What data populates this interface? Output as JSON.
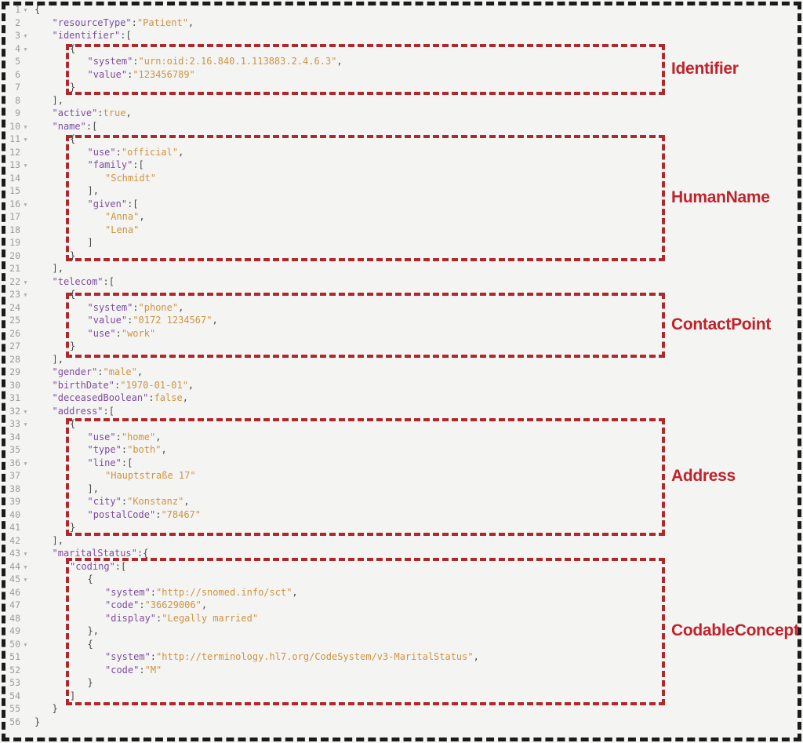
{
  "colors": {
    "bg": "#f4f4f3",
    "frame": "#1b1b1b",
    "key": "#7e4da0",
    "str": "#ce9440",
    "lit": "#ce9440",
    "punct": "#4a4a4a",
    "num": "#9c9c9c",
    "fold": "#b0aeae",
    "box": "#ae282c",
    "label": "#c0232b"
  },
  "annotations": [
    {
      "label": "Identifier"
    },
    {
      "label": "HumanName"
    },
    {
      "label": "ContactPoint"
    },
    {
      "label": "Address"
    },
    {
      "label": "CodableConcept"
    }
  ],
  "code": {
    "fold_icon": "▼",
    "lines": [
      {
        "n": 1,
        "fold": true,
        "ind": 0,
        "tok": [
          [
            "p",
            "{"
          ]
        ]
      },
      {
        "n": 2,
        "fold": false,
        "ind": 1,
        "tok": [
          [
            "k",
            "\"resourceType\""
          ],
          [
            "p",
            ":"
          ],
          [
            "s",
            "\"Patient\""
          ],
          [
            "p",
            ","
          ]
        ]
      },
      {
        "n": 3,
        "fold": true,
        "ind": 1,
        "tok": [
          [
            "k",
            "\"identifier\""
          ],
          [
            "p",
            ":["
          ]
        ]
      },
      {
        "n": 4,
        "fold": true,
        "ind": 2,
        "tok": [
          [
            "p",
            "{"
          ]
        ]
      },
      {
        "n": 5,
        "fold": false,
        "ind": 3,
        "tok": [
          [
            "k",
            "\"system\""
          ],
          [
            "p",
            ":"
          ],
          [
            "s",
            "\"urn:oid:2.16.840.1.113883.2.4.6.3\""
          ],
          [
            "p",
            ","
          ]
        ]
      },
      {
        "n": 6,
        "fold": false,
        "ind": 3,
        "tok": [
          [
            "k",
            "\"value\""
          ],
          [
            "p",
            ":"
          ],
          [
            "s",
            "\"123456789\""
          ]
        ]
      },
      {
        "n": 7,
        "fold": false,
        "ind": 2,
        "tok": [
          [
            "p",
            "}"
          ]
        ]
      },
      {
        "n": 8,
        "fold": false,
        "ind": 1,
        "tok": [
          [
            "p",
            "],"
          ]
        ]
      },
      {
        "n": 9,
        "fold": false,
        "ind": 1,
        "tok": [
          [
            "k",
            "\"active\""
          ],
          [
            "p",
            ":"
          ],
          [
            "b",
            "true"
          ],
          [
            "p",
            ","
          ]
        ]
      },
      {
        "n": 10,
        "fold": true,
        "ind": 1,
        "tok": [
          [
            "k",
            "\"name\""
          ],
          [
            "p",
            ":["
          ]
        ]
      },
      {
        "n": 11,
        "fold": true,
        "ind": 2,
        "tok": [
          [
            "p",
            "{"
          ]
        ]
      },
      {
        "n": 12,
        "fold": false,
        "ind": 3,
        "tok": [
          [
            "k",
            "\"use\""
          ],
          [
            "p",
            ":"
          ],
          [
            "s",
            "\"official\""
          ],
          [
            "p",
            ","
          ]
        ]
      },
      {
        "n": 13,
        "fold": true,
        "ind": 3,
        "tok": [
          [
            "k",
            "\"family\""
          ],
          [
            "p",
            ":["
          ]
        ]
      },
      {
        "n": 14,
        "fold": false,
        "ind": 4,
        "tok": [
          [
            "s",
            "\"Schmidt\""
          ]
        ]
      },
      {
        "n": 15,
        "fold": false,
        "ind": 3,
        "tok": [
          [
            "p",
            "],"
          ]
        ]
      },
      {
        "n": 16,
        "fold": true,
        "ind": 3,
        "tok": [
          [
            "k",
            "\"given\""
          ],
          [
            "p",
            ":["
          ]
        ]
      },
      {
        "n": 17,
        "fold": false,
        "ind": 4,
        "tok": [
          [
            "s",
            "\"Anna\""
          ],
          [
            "p",
            ","
          ]
        ]
      },
      {
        "n": 18,
        "fold": false,
        "ind": 4,
        "tok": [
          [
            "s",
            "\"Lena\""
          ]
        ]
      },
      {
        "n": 19,
        "fold": false,
        "ind": 3,
        "tok": [
          [
            "p",
            "]"
          ]
        ]
      },
      {
        "n": 20,
        "fold": false,
        "ind": 2,
        "tok": [
          [
            "p",
            "}"
          ]
        ]
      },
      {
        "n": 21,
        "fold": false,
        "ind": 1,
        "tok": [
          [
            "p",
            "],"
          ]
        ]
      },
      {
        "n": 22,
        "fold": true,
        "ind": 1,
        "tok": [
          [
            "k",
            "\"telecom\""
          ],
          [
            "p",
            ":["
          ]
        ]
      },
      {
        "n": 23,
        "fold": true,
        "ind": 2,
        "tok": [
          [
            "p",
            "{"
          ]
        ]
      },
      {
        "n": 24,
        "fold": false,
        "ind": 3,
        "tok": [
          [
            "k",
            "\"system\""
          ],
          [
            "p",
            ":"
          ],
          [
            "s",
            "\"phone\""
          ],
          [
            "p",
            ","
          ]
        ]
      },
      {
        "n": 25,
        "fold": false,
        "ind": 3,
        "tok": [
          [
            "k",
            "\"value\""
          ],
          [
            "p",
            ":"
          ],
          [
            "s",
            "\"0172 1234567\""
          ],
          [
            "p",
            ","
          ]
        ]
      },
      {
        "n": 26,
        "fold": false,
        "ind": 3,
        "tok": [
          [
            "k",
            "\"use\""
          ],
          [
            "p",
            ":"
          ],
          [
            "s",
            "\"work\""
          ]
        ]
      },
      {
        "n": 27,
        "fold": false,
        "ind": 2,
        "tok": [
          [
            "p",
            "}"
          ]
        ]
      },
      {
        "n": 28,
        "fold": false,
        "ind": 1,
        "tok": [
          [
            "p",
            "],"
          ]
        ]
      },
      {
        "n": 29,
        "fold": false,
        "ind": 1,
        "tok": [
          [
            "k",
            "\"gender\""
          ],
          [
            "p",
            ":"
          ],
          [
            "s",
            "\"male\""
          ],
          [
            "p",
            ","
          ]
        ]
      },
      {
        "n": 30,
        "fold": false,
        "ind": 1,
        "tok": [
          [
            "k",
            "\"birthDate\""
          ],
          [
            "p",
            ":"
          ],
          [
            "s",
            "\"1970-01-01\""
          ],
          [
            "p",
            ","
          ]
        ]
      },
      {
        "n": 31,
        "fold": false,
        "ind": 1,
        "tok": [
          [
            "k",
            "\"deceasedBoolean\""
          ],
          [
            "p",
            ":"
          ],
          [
            "b",
            "false"
          ],
          [
            "p",
            ","
          ]
        ]
      },
      {
        "n": 32,
        "fold": true,
        "ind": 1,
        "tok": [
          [
            "k",
            "\"address\""
          ],
          [
            "p",
            ":["
          ]
        ]
      },
      {
        "n": 33,
        "fold": true,
        "ind": 2,
        "tok": [
          [
            "p",
            "{"
          ]
        ]
      },
      {
        "n": 34,
        "fold": false,
        "ind": 3,
        "tok": [
          [
            "k",
            "\"use\""
          ],
          [
            "p",
            ":"
          ],
          [
            "s",
            "\"home\""
          ],
          [
            "p",
            ","
          ]
        ]
      },
      {
        "n": 35,
        "fold": false,
        "ind": 3,
        "tok": [
          [
            "k",
            "\"type\""
          ],
          [
            "p",
            ":"
          ],
          [
            "s",
            "\"both\""
          ],
          [
            "p",
            ","
          ]
        ]
      },
      {
        "n": 36,
        "fold": true,
        "ind": 3,
        "tok": [
          [
            "k",
            "\"line\""
          ],
          [
            "p",
            ":["
          ]
        ]
      },
      {
        "n": 37,
        "fold": false,
        "ind": 4,
        "tok": [
          [
            "s",
            "\"Hauptstraße 17\""
          ]
        ]
      },
      {
        "n": 38,
        "fold": false,
        "ind": 3,
        "tok": [
          [
            "p",
            "],"
          ]
        ]
      },
      {
        "n": 39,
        "fold": false,
        "ind": 3,
        "tok": [
          [
            "k",
            "\"city\""
          ],
          [
            "p",
            ":"
          ],
          [
            "s",
            "\"Konstanz\""
          ],
          [
            "p",
            ","
          ]
        ]
      },
      {
        "n": 40,
        "fold": false,
        "ind": 3,
        "tok": [
          [
            "k",
            "\"postalCode\""
          ],
          [
            "p",
            ":"
          ],
          [
            "s",
            "\"78467\""
          ]
        ]
      },
      {
        "n": 41,
        "fold": false,
        "ind": 2,
        "tok": [
          [
            "p",
            "}"
          ]
        ]
      },
      {
        "n": 42,
        "fold": false,
        "ind": 1,
        "tok": [
          [
            "p",
            "],"
          ]
        ]
      },
      {
        "n": 43,
        "fold": true,
        "ind": 1,
        "tok": [
          [
            "k",
            "\"maritalStatus\""
          ],
          [
            "p",
            ":{"
          ]
        ]
      },
      {
        "n": 44,
        "fold": true,
        "ind": 2,
        "tok": [
          [
            "k",
            "\"coding\""
          ],
          [
            "p",
            ":["
          ]
        ]
      },
      {
        "n": 45,
        "fold": true,
        "ind": 3,
        "tok": [
          [
            "p",
            "{"
          ]
        ]
      },
      {
        "n": 46,
        "fold": false,
        "ind": 4,
        "tok": [
          [
            "k",
            "\"system\""
          ],
          [
            "p",
            ":"
          ],
          [
            "s",
            "\"http://snomed.info/sct\""
          ],
          [
            "p",
            ","
          ]
        ]
      },
      {
        "n": 47,
        "fold": false,
        "ind": 4,
        "tok": [
          [
            "k",
            "\"code\""
          ],
          [
            "p",
            ":"
          ],
          [
            "s",
            "\"36629006\""
          ],
          [
            "p",
            ","
          ]
        ]
      },
      {
        "n": 48,
        "fold": false,
        "ind": 4,
        "tok": [
          [
            "k",
            "\"display\""
          ],
          [
            "p",
            ":"
          ],
          [
            "s",
            "\"Legally married\""
          ]
        ]
      },
      {
        "n": 49,
        "fold": false,
        "ind": 3,
        "tok": [
          [
            "p",
            "},"
          ]
        ]
      },
      {
        "n": 50,
        "fold": true,
        "ind": 3,
        "tok": [
          [
            "p",
            "{"
          ]
        ]
      },
      {
        "n": 51,
        "fold": false,
        "ind": 4,
        "tok": [
          [
            "k",
            "\"system\""
          ],
          [
            "p",
            ":"
          ],
          [
            "s",
            "\"http://terminology.hl7.org/CodeSystem/v3-MaritalStatus\""
          ],
          [
            "p",
            ","
          ]
        ]
      },
      {
        "n": 52,
        "fold": false,
        "ind": 4,
        "tok": [
          [
            "k",
            "\"code\""
          ],
          [
            "p",
            ":"
          ],
          [
            "s",
            "\"M\""
          ]
        ]
      },
      {
        "n": 53,
        "fold": false,
        "ind": 3,
        "tok": [
          [
            "p",
            "}"
          ]
        ]
      },
      {
        "n": 54,
        "fold": false,
        "ind": 2,
        "tok": [
          [
            "p",
            "]"
          ]
        ]
      },
      {
        "n": 55,
        "fold": false,
        "ind": 1,
        "tok": [
          [
            "p",
            "}"
          ]
        ]
      },
      {
        "n": 56,
        "fold": false,
        "ind": 0,
        "tok": [
          [
            "p",
            "}"
          ]
        ]
      }
    ]
  }
}
